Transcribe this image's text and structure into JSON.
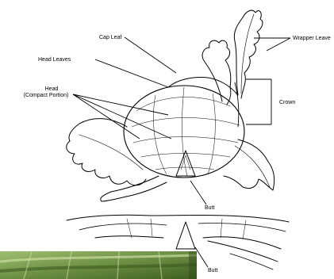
{
  "labels": {
    "cap_leaf": "Cap Leaf",
    "wrapper_leaves": "Wrapper Leave",
    "head_leaves": "Head Leaves",
    "head_line1": "Head",
    "head_line2": "(Compact Portion)",
    "crown": "Crown",
    "butt_top": "Butt",
    "butt_bottom": "Butt"
  },
  "photo_colors": {
    "dark": "#4a6a2a",
    "mid": "#7e9c4c",
    "light": "#b8cf8a"
  }
}
